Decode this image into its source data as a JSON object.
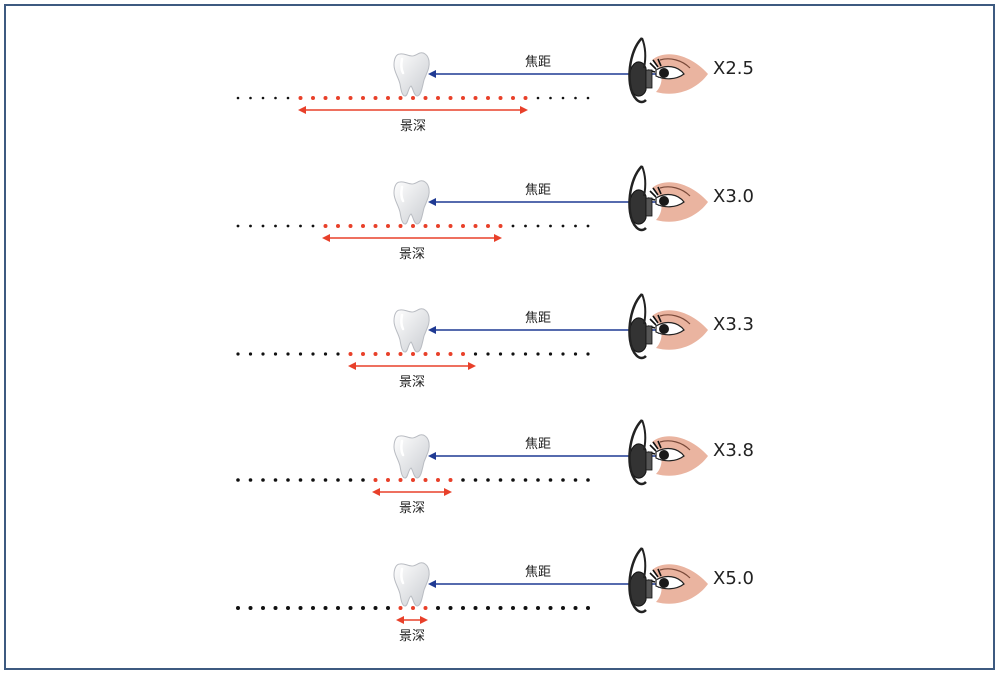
{
  "focal_label": "焦距",
  "dof_label": "景深",
  "colors": {
    "frame": "#3d5a80",
    "focal_arrow": "#1f3a93",
    "dof": "#e8402a",
    "dot": "#111111",
    "skin": "#eab4a0"
  },
  "rows": [
    {
      "magnification": "X2.5"
    },
    {
      "magnification": "X3.0"
    },
    {
      "magnification": "X3.3"
    },
    {
      "magnification": "X3.8"
    },
    {
      "magnification": "X5.0"
    }
  ]
}
